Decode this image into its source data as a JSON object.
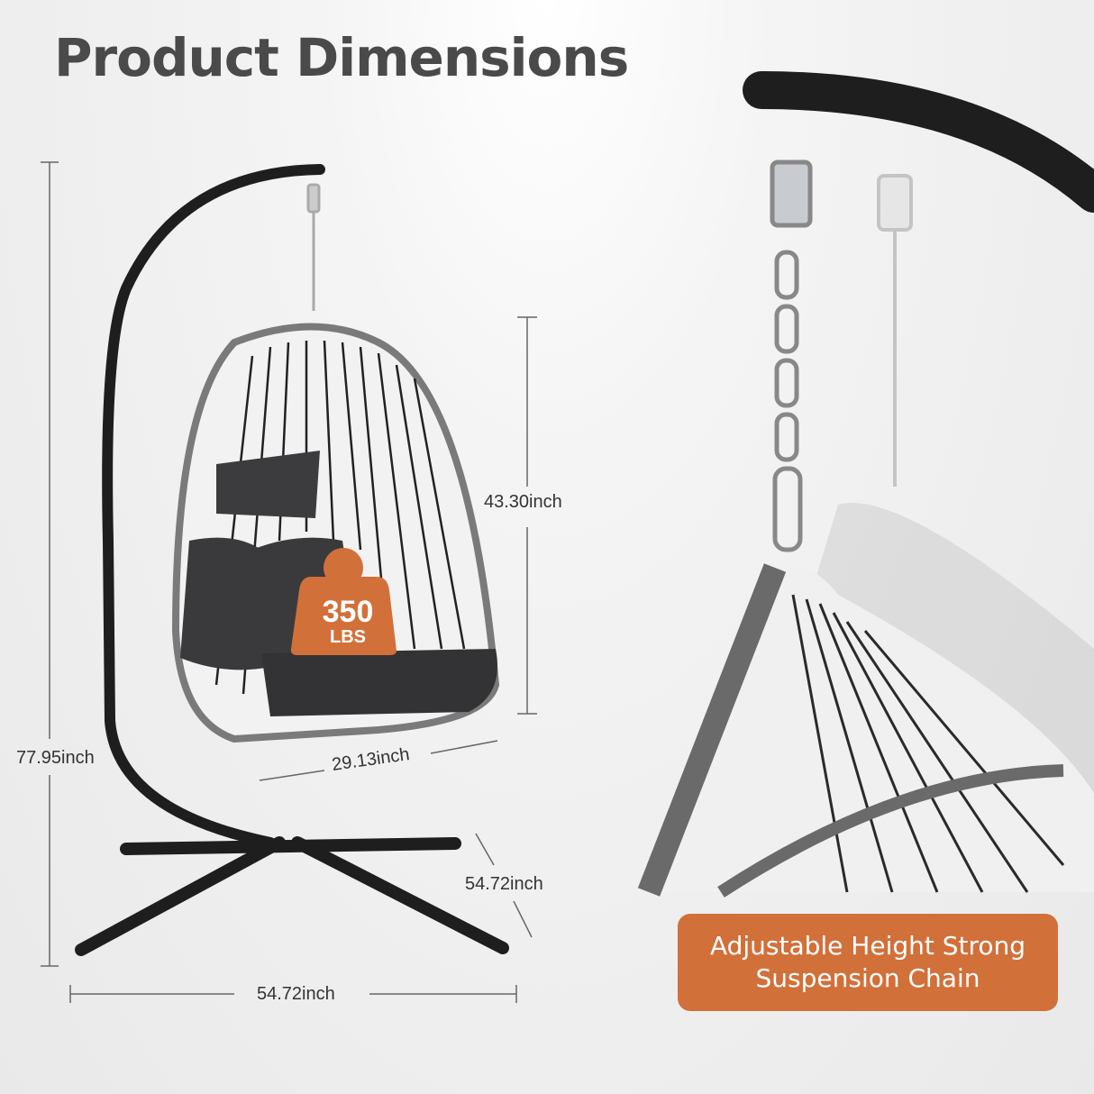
{
  "title": "Product Dimensions",
  "dimensions": {
    "total_height": "77.95inch",
    "seat_height": "43.30inch",
    "seat_width": "29.13inch",
    "base_depth": "54.72inch",
    "base_width": "54.72inch"
  },
  "weight_badge": {
    "value": "350",
    "unit": "LBS",
    "color": "#d2703a"
  },
  "feature_callout": {
    "line1": "Adjustable Height Strong",
    "line2": "Suspension Chain",
    "color": "#d2703a"
  }
}
